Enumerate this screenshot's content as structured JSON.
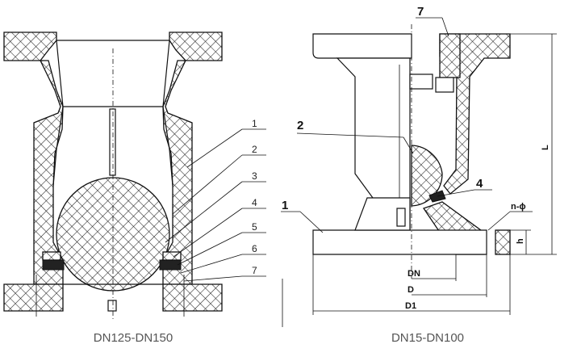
{
  "left_figure": {
    "caption": "DN125-DN150",
    "part_labels": [
      "1",
      "2",
      "3",
      "4",
      "5",
      "6",
      "7"
    ]
  },
  "right_figure": {
    "caption": "DN15-DN100",
    "part_labels": {
      "p7": "7",
      "p2": "2",
      "p4": "4",
      "p1": "1"
    },
    "dimensions": {
      "L": "L",
      "n_phi": "n-ϕ",
      "h": "h",
      "DN": "DN",
      "D": "D",
      "D1": "D1"
    }
  }
}
